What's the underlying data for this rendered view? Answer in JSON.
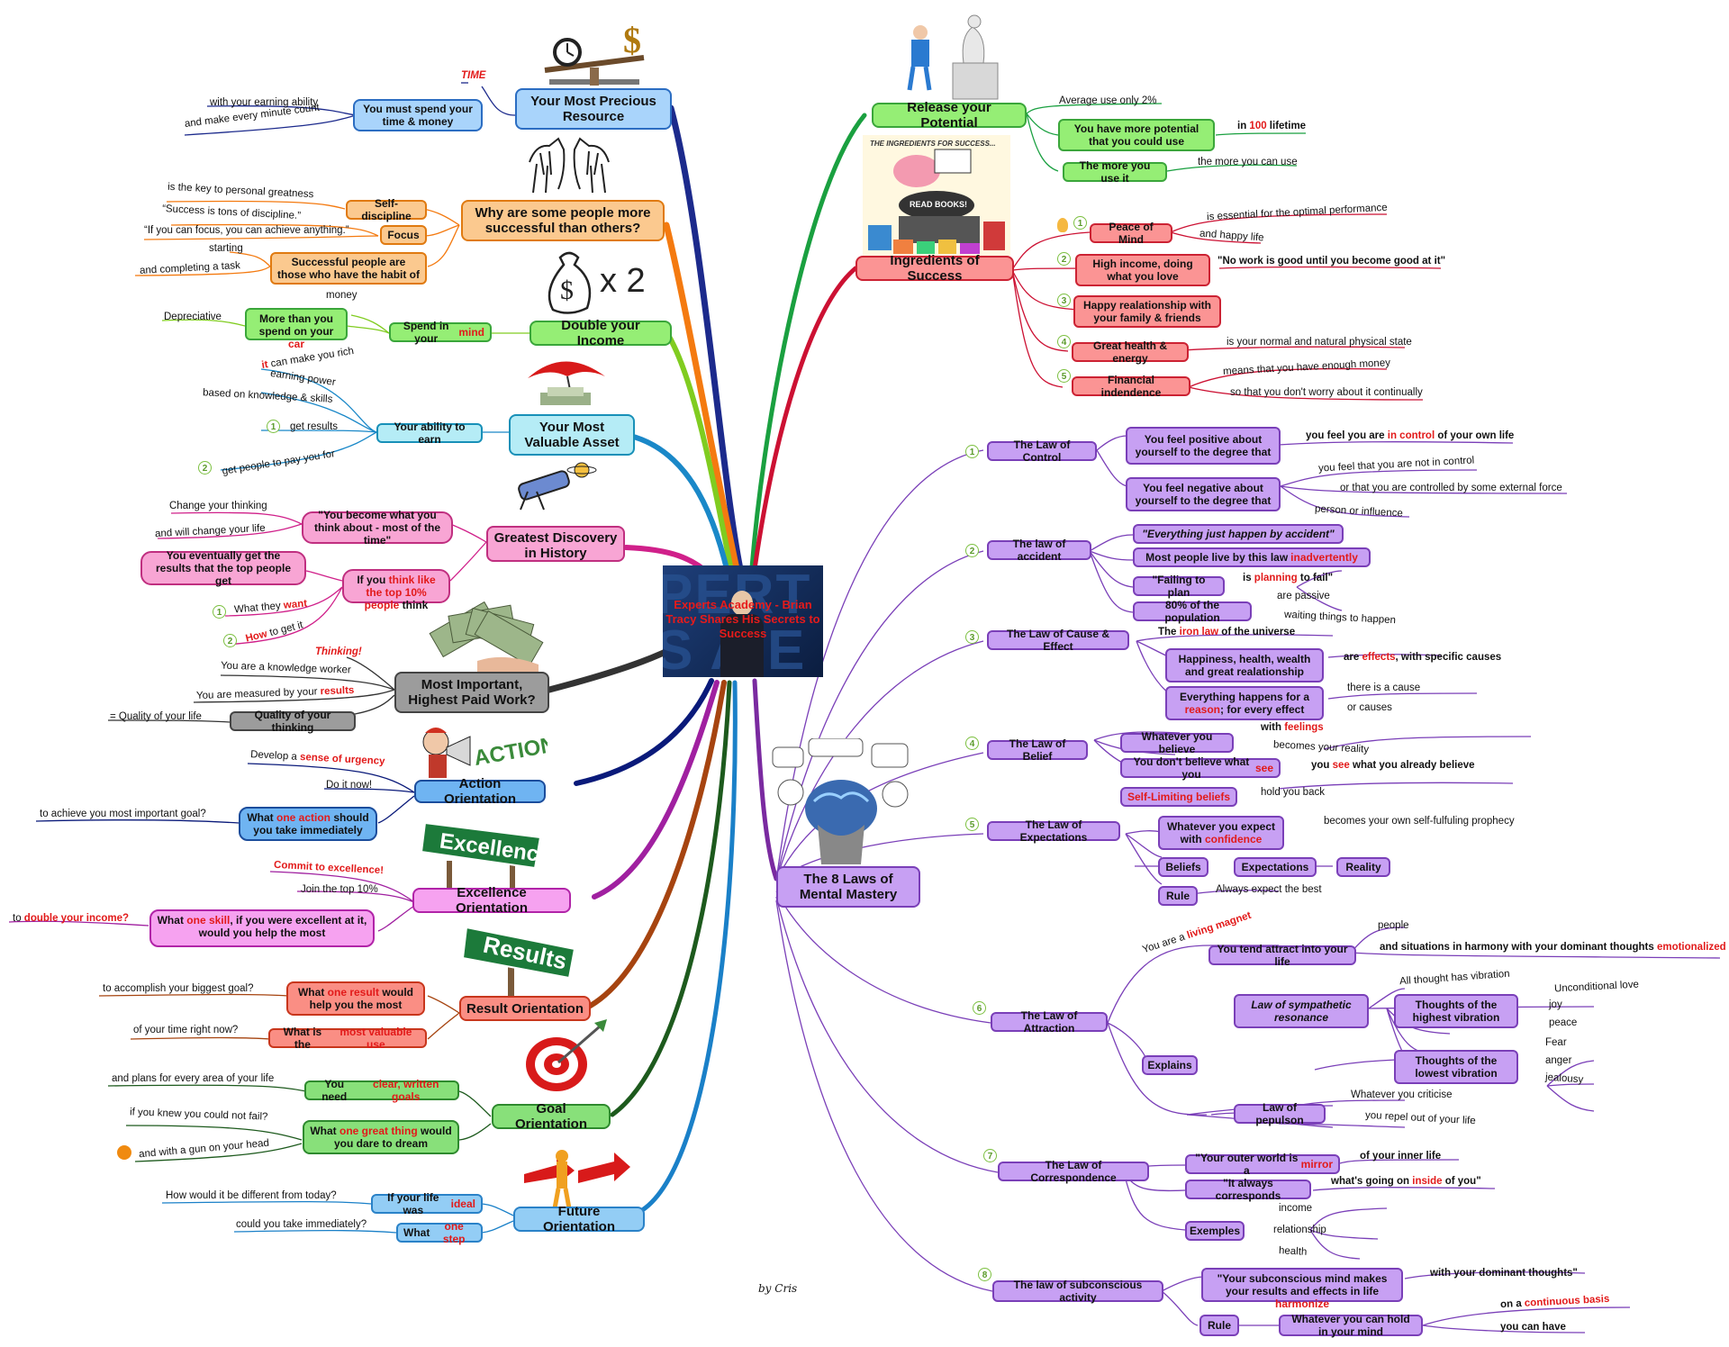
{
  "center": {
    "title": "Experts Academy - Brian Tracy Shares His Secrets to Success",
    "bg_text": "PERTS A E M"
  },
  "footer": "by Cris",
  "left": {
    "precious": {
      "title": "Your Most Precious Resource",
      "time_label": "TIME",
      "spend": "You must spend your time & money",
      "earning": "with your earning ability",
      "every_minute": "and make every minute count"
    },
    "why": {
      "title": "Why are some people more successful than others?",
      "discipline": "Self-discipline",
      "discipline_note": "is the key to personal greatness",
      "focus": "Focus",
      "focus_quote1": "“Success is tons of discipline.”",
      "focus_quote2": "“If you can focus, you can achieve anything.”",
      "habit": "Successful people are those who have the habit of",
      "starting": "starting",
      "completing": "and completing a task"
    },
    "double": {
      "title": "Double your Income",
      "spend_prefix": "Spend in your ",
      "spend_red": "mind",
      "more_prefix": "More than you spend on your ",
      "more_red": "car",
      "money": "money",
      "depreciative": "Depreciative"
    },
    "asset": {
      "title": "Your Most Valuable Asset",
      "ability": "Your ability to earn",
      "rich_red": "it",
      "rich_rest": " can make you rich",
      "earning_power": "earning power",
      "knowledge": "based on knowledge & skills",
      "n1": "1",
      "get_results": "get results",
      "n2": "2",
      "get_people": "get people to pay you for"
    },
    "discovery": {
      "title": "Greatest Discovery in History",
      "quote": "\"You become what you think about - most of the time\"",
      "change": "Change your thinking",
      "change_life": "and will change your life",
      "if_prefix": "If you ",
      "if_red": "think like the top 10% people",
      "if_suffix": " think",
      "eventually": "You eventually get the results that the top people get",
      "n1": "1",
      "what_they_prefix": "What they ",
      "what_they_red": "want",
      "n2": "2",
      "how_red": "How",
      "how_rest": " to get it"
    },
    "work": {
      "title": "Most Important, Highest Paid Work?",
      "thinking": "Thinking!",
      "knowledge_worker": "You are a knowledge worker",
      "measured_prefix": "You are measured by your ",
      "measured_red": "results",
      "quality": "Quality of your thinking",
      "eq": "= Quality of your life"
    },
    "action": {
      "title": "Action Orientation",
      "develop_prefix": "Develop a ",
      "develop_red": "sense of urgency",
      "do_now": "Do it now!",
      "what_prefix": "What ",
      "what_red": "one action",
      "what_suffix": " should you take immediately",
      "achieve": "to achieve you most important goal?"
    },
    "excellence": {
      "title": "Excellence Orientation",
      "commit": "Commit to excellence!",
      "join": "Join the top 10%",
      "skill_prefix": "What ",
      "skill_red": "one skill",
      "skill_suffix": ", if you were excellent at it, would you help the most",
      "double_prefix": "to ",
      "double_red": "double your income?"
    },
    "result": {
      "title": "Result Orientation",
      "one_prefix": "What ",
      "one_red": "one result",
      "one_suffix": " would help you the most",
      "accomplish": "to accomplish your biggest goal?",
      "valuable_prefix": "What is the ",
      "valuable_red": "most valuable use",
      "time": "of your time right now?"
    },
    "goal": {
      "title": "Goal Orientation",
      "need_prefix": "You need ",
      "need_red": "clear, written goals",
      "plans": "and plans for every area of your life",
      "great_prefix": "What ",
      "great_red": "one great thing",
      "great_suffix": " would you dare to dream",
      "knew": "if you knew you could not fail?",
      "gun": "and with a gun on your head"
    },
    "future": {
      "title": "Future Orientation",
      "ideal_prefix": "If your life was ",
      "ideal_red": "ideal",
      "different": "How would it be different from today?",
      "step_prefix": "What ",
      "step_red": "one step",
      "immediately": "could you take immediately?"
    }
  },
  "right": {
    "potential": {
      "title": "Release your Potential",
      "avg": "Average use only 2%",
      "more": "You have more potential that you could use",
      "lifetime_prefix": "in ",
      "lifetime_red": "100",
      "lifetime_suffix": " lifetime",
      "the_more": "The more you use it",
      "can_use": "the more you can use"
    },
    "ingredients": {
      "title": "Ingredients of Success",
      "book_caption": "THE INGREDIENTS FOR SUCCESS...",
      "book_label": "READ BOOKS!",
      "peace": "Peace of Mind",
      "peace_n": "1",
      "peace_a": "is essential for the optimal performance",
      "peace_b": "and happy life",
      "income": "High income, doing what you love",
      "income_n": "2",
      "income_a": "\"No work is good until you become good at it\"",
      "relations": "Happy realationship with your family & friends",
      "relations_n": "3",
      "health": "Great health & energy",
      "health_n": "4",
      "health_a": "is your normal and natural physical state",
      "financial": "Financial indendence",
      "financial_n": "5",
      "financial_a": "means that you have enough money",
      "financial_b": "so that you don't worry about it continually"
    },
    "laws": {
      "title": "The 8 Laws of Mental Mastery",
      "control": {
        "n": "1",
        "title": "The Law of Control",
        "pos": "You feel positive about yourself to the degree that",
        "pos_a_prefix": "you feel you are ",
        "pos_a_red": "in control",
        "pos_a_suffix": " of your own life",
        "neg": "You feel negative about yourself to the degree that",
        "neg_a": "you feel that you are not in control",
        "neg_b": "or that you are controlled by some external force",
        "neg_c": "person or influence"
      },
      "accident": {
        "n": "2",
        "title": "The law of accident",
        "everything": "\"Everything just happen by accident\"",
        "most_prefix": "Most people live by this law ",
        "most_red": "inadvertently",
        "failing": "\"Failing to plan",
        "planning_prefix": "is ",
        "planning_red": "planning",
        "planning_suffix": " to fail\"",
        "eighty": "80% of the population",
        "passive": "are passive",
        "waiting": "waiting things to happen"
      },
      "cause": {
        "n": "3",
        "title": "The Law of Cause & Effect",
        "iron_prefix": "The ",
        "iron_red": "iron law",
        "iron_suffix": " of the universe",
        "happiness": "Happiness, health, wealth and great realationship",
        "effects_prefix": "are ",
        "effects_red": "effects",
        "effects_suffix": ", with specific causes",
        "reason_prefix": "Everything happens for a ",
        "reason_red": "reason",
        "reason_suffix": "; for every effect",
        "cause": "there is a cause",
        "or_causes": "or causes"
      },
      "belief": {
        "n": "4",
        "title": "The Law of Belief",
        "whatever": "Whatever you believe",
        "feelings_prefix": "with ",
        "feelings_red": "feelings",
        "becomes": "becomes your reality",
        "dont_prefix": "You don't believe what you ",
        "dont_red": "see",
        "see_prefix": "you ",
        "see_red": "see",
        "see_suffix": " what you already believe",
        "limiting": "Self-Limiting beliefs",
        "hold": "hold you back"
      },
      "expectations": {
        "n": "5",
        "title": "The Law of Expectations",
        "whatever_prefix": "Whatever you expect with ",
        "whatever_red": "confidence",
        "becomes": "becomes your own self-fulfuling prophecy",
        "beliefs": "Beliefs",
        "expect": "Expectations",
        "reality": "Reality",
        "rule": "Rule",
        "always": "Always expect the best"
      },
      "attraction": {
        "n": "6",
        "title": "The Law of Attraction",
        "magnet_prefix": "You are a ",
        "magnet_red": "living magnet",
        "attract": "You tend attract into your life",
        "people": "people",
        "situations_prefix": "and situations in harmony with your dominant thoughts ",
        "situations_red": "emotionalized",
        "explains": "Explains",
        "sympathetic": "Law of sympathetic resonance",
        "all_thought": "All thought has vibration",
        "highest": "Thoughts of the highest vibration",
        "uncond": "Unconditional love",
        "joy": "joy",
        "peace": "peace",
        "lowest": "Thoughts of the lowest vibration",
        "fear": "Fear",
        "anger": "anger",
        "jealousy": "jealousy",
        "repulsion": "Law of pepulson",
        "criticise": "Whatever you criticise",
        "repel": "you repel out of your life"
      },
      "correspondence": {
        "n": "7",
        "title": "The Law of Correspondence",
        "outer_prefix": "\"Your outer world is a ",
        "outer_red": "mirror",
        "inner": "of your inner life",
        "always": "\"It always corresponds",
        "inside_prefix": "what's going on ",
        "inside_red": "inside",
        "inside_suffix": " of you\"",
        "examples": "Exemples",
        "income": "income",
        "relationship": "relationship",
        "health": "health"
      },
      "subconscious": {
        "n": "8",
        "title": "The law of subconscious activity",
        "mind_prefix": "\"Your subconscious mind makes your results and effects in life ",
        "mind_red": "harmonize",
        "dominant": "with your dominant thoughts\"",
        "rule": "Rule",
        "whatever": "Whatever you can hold in your mind",
        "cont_prefix": "on a ",
        "cont_red": "continuous basis",
        "have": "you can have"
      }
    }
  }
}
